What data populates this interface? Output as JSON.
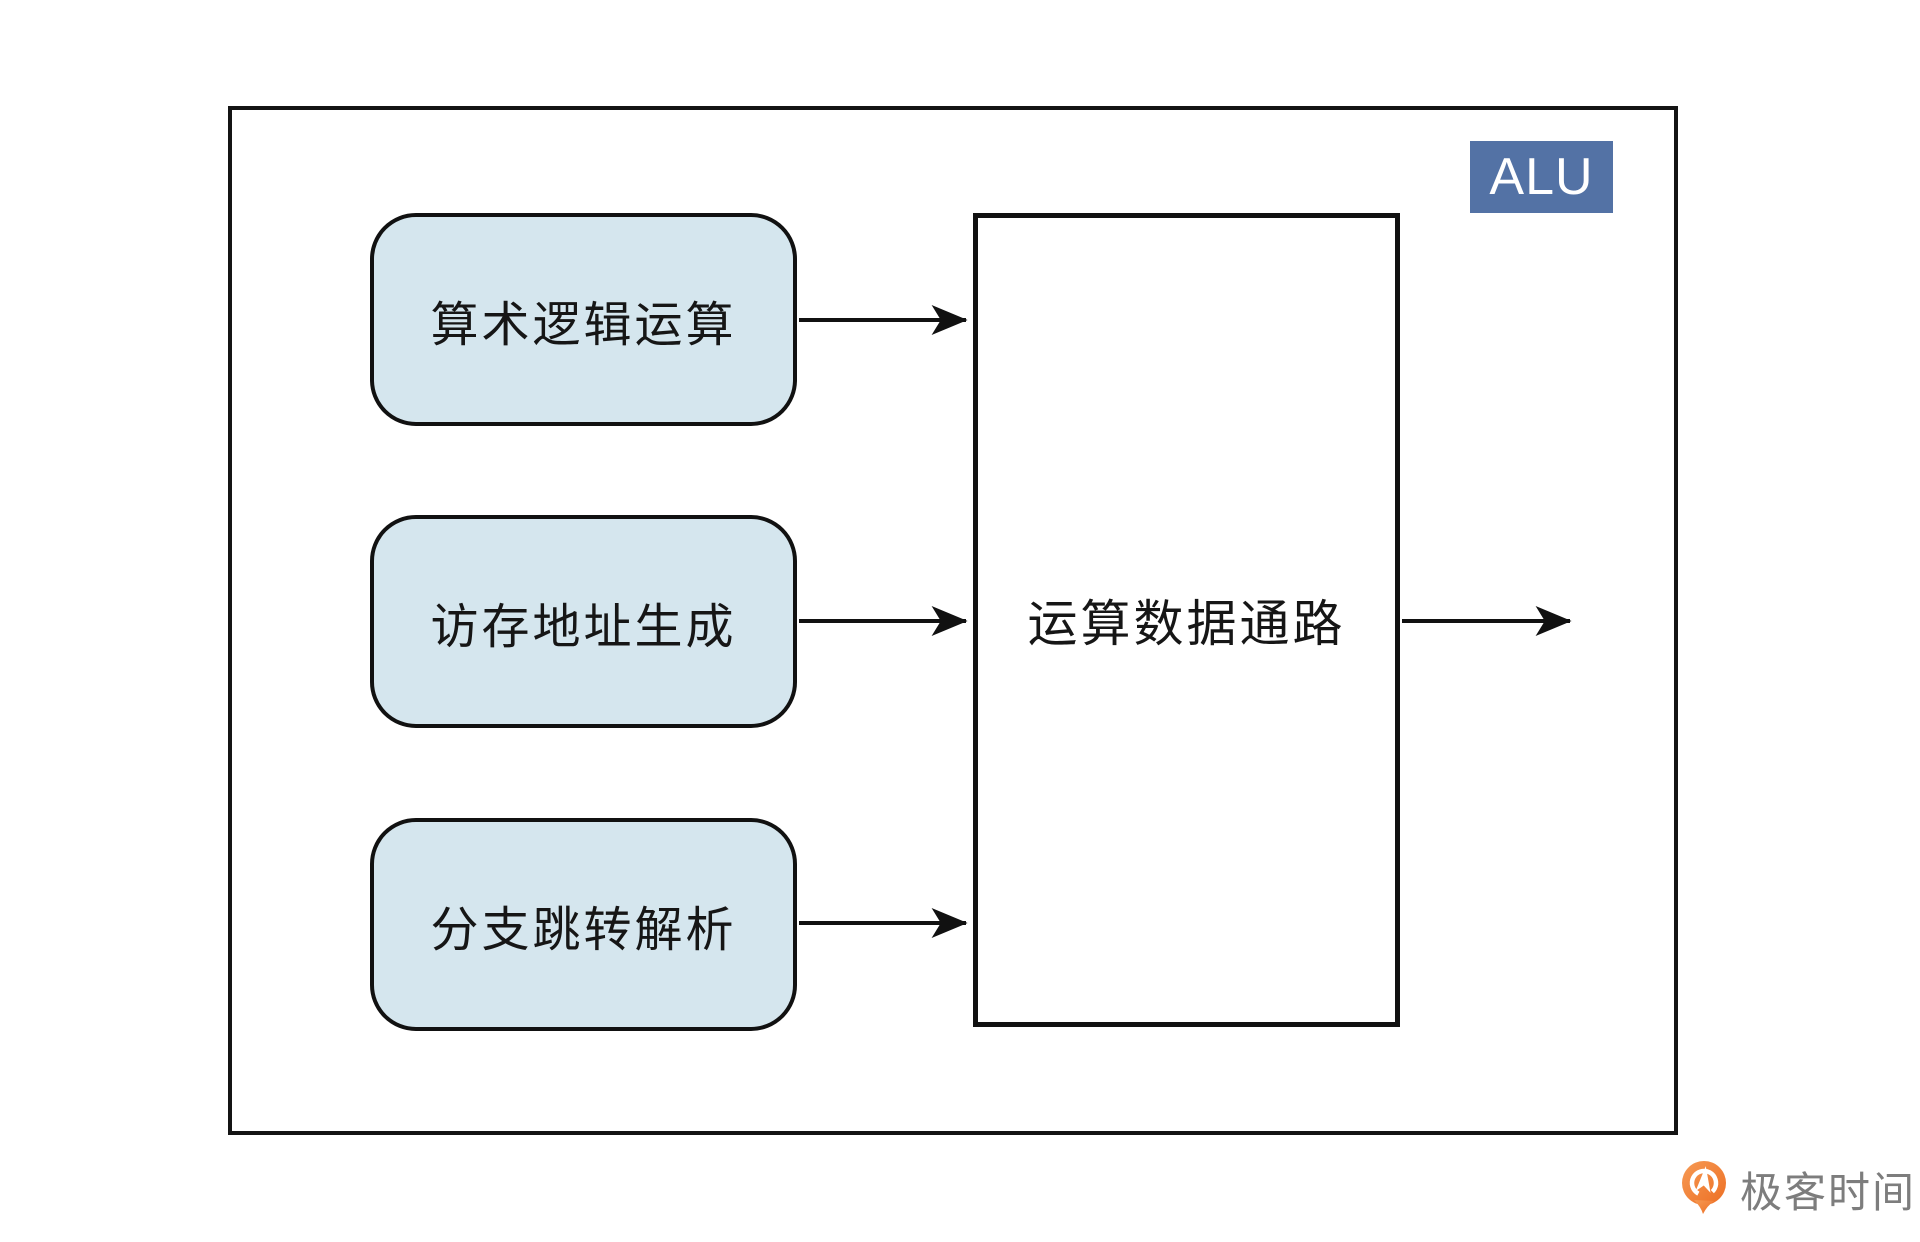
{
  "diagram": {
    "badge_label": "ALU",
    "inputs": [
      {
        "label": "算术逻辑运算"
      },
      {
        "label": "访存地址生成"
      },
      {
        "label": "分支跳转解析"
      }
    ],
    "datapath_label": "运算数据通路"
  },
  "footer": {
    "brand": "极客时间"
  },
  "colors": {
    "badge_bg": "#5372A5",
    "node_fill": "#D5E6EE",
    "line": "#111111",
    "brand_orange": "#ED6F24",
    "brand_orange_light": "#F69A54",
    "brand_text": "#7D7D7D"
  }
}
